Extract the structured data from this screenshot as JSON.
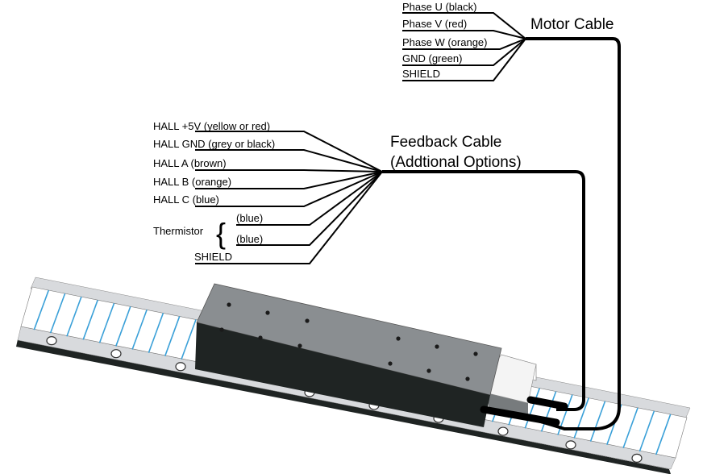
{
  "motor_cable": {
    "title": "Motor Cable",
    "wires": [
      {
        "label": "Phase U (black)"
      },
      {
        "label": "Phase V (red)"
      },
      {
        "label": "Phase W (orange)"
      },
      {
        "label": "GND (green)"
      },
      {
        "label": "SHIELD"
      }
    ]
  },
  "feedback_cable": {
    "title_line1": "Feedback Cable",
    "title_line2": "(Addtional Options)",
    "wires": [
      {
        "label": "HALL +5V (yellow or red)"
      },
      {
        "label": "HALL GND (grey or black)"
      },
      {
        "label": "HALL A (brown)"
      },
      {
        "label": "HALL B (orange)"
      },
      {
        "label": "HALL C (blue)"
      },
      {
        "label": "(blue)"
      },
      {
        "label": "(blue)"
      },
      {
        "label": "SHIELD"
      }
    ],
    "thermistor_label": "Thermistor",
    "brace_glyph": "{"
  },
  "colors": {
    "stator_top": "#8a8e91",
    "stator_side": "#1f2423",
    "track_light": "#d8dadd",
    "magnet_face": "#ffffff",
    "magnet_edge": "#3aa0d8",
    "cable": "#000000"
  }
}
